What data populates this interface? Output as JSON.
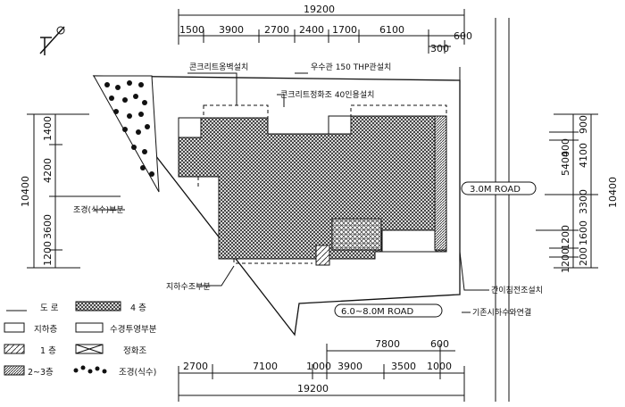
{
  "dimensions": {
    "top_total": "19200",
    "top_segments": [
      "1500",
      "3900",
      "2700",
      "2400",
      "1700",
      "6100"
    ],
    "top_small_a": "300",
    "top_small_b": "600",
    "bottom_total": "19200",
    "bottom_segments": [
      "2700",
      "7100",
      "1000",
      "3900",
      "3500",
      "1000"
    ],
    "bottom_upper_a": "7800",
    "bottom_upper_b": "600",
    "left_total": "10400",
    "left_segments": [
      "1400",
      "4200",
      "3600",
      "1200"
    ],
    "right_total": "10400",
    "right_outer_segments": [
      "900",
      "4100",
      "3300",
      "1600",
      "200"
    ],
    "right_inner_segments": [
      "400",
      "5400",
      "1200",
      "1200"
    ]
  },
  "labels": {
    "concrete_fence": "콘크리트옹벽설치",
    "rainwater_pipe": "우수관 150 THP관설치",
    "septic_tank": "콘크리트정화조 40인용설치",
    "landscape_part": "조경(식수)부분",
    "underground_tank": "지하수조부분",
    "inspection_pit": "간이침전조설치",
    "existing_sewer": "기존시하수와연결"
  },
  "roads": {
    "east": "3.0M ROAD",
    "south": "6.0~8.0M ROAD"
  },
  "legend": {
    "items": [
      {
        "label": "도   로",
        "pattern": "line"
      },
      {
        "label": "4   층",
        "pattern": "dense-hatch"
      },
      {
        "label": "지하층",
        "pattern": "box"
      },
      {
        "label": "수경투영부분",
        "pattern": "box"
      },
      {
        "label": "1   층",
        "pattern": "diag"
      },
      {
        "label": "정화조",
        "pattern": "cross"
      },
      {
        "label": "2~3층",
        "pattern": "diag-dense"
      },
      {
        "label": "조경(식수)",
        "pattern": "trees"
      }
    ]
  }
}
